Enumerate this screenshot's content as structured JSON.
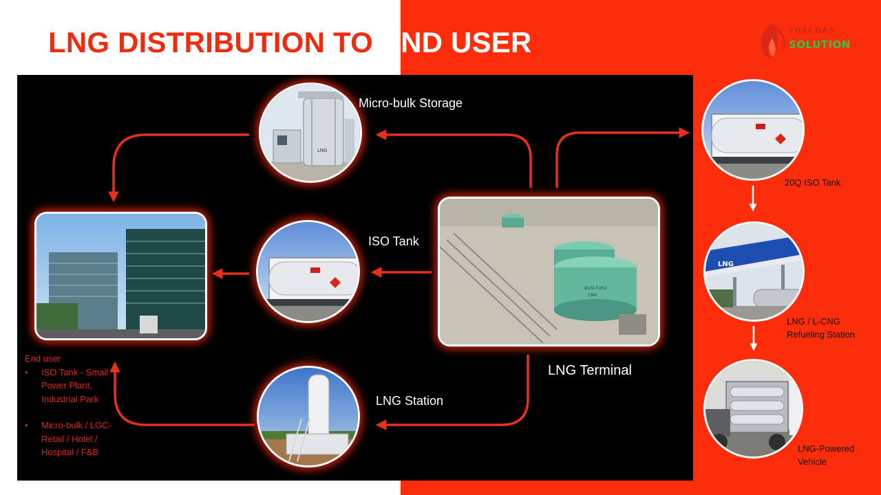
{
  "slide": {
    "title_part1": "LNG DISTRIBUTION TO ",
    "title_part2": "END USER",
    "logo": {
      "line1": "THAI GAS",
      "line2": "SOLUTION",
      "icon": "flame-logo-icon"
    },
    "colors": {
      "accent_red": "#fb2d0b",
      "title_red": "#f12b0e",
      "panel": "#000000",
      "end_user_text": "#e2231a"
    }
  },
  "nodes": {
    "micro_bulk": {
      "label": "Micro-bulk Storage",
      "icon": "microbulk-storage-photo"
    },
    "iso_tank": {
      "label": "ISO Tank",
      "icon": "iso-tank-photo"
    },
    "lng_station": {
      "label": "LNG Station",
      "icon": "lng-station-photo"
    },
    "lng_terminal": {
      "label": "LNG Terminal",
      "icon": "lng-terminal-photo"
    },
    "end_user_building": {
      "icon": "office-building-photo"
    }
  },
  "side_chain": {
    "iso_20q": {
      "label": "20Q ISO Tank"
    },
    "refueling": {
      "label": "LNG / L-CNG Refueling Station"
    },
    "vehicle": {
      "label": "LNG-Powered Vehicle"
    }
  },
  "end_user": {
    "heading": "End user",
    "items": [
      "ISO Tank - Small Power Plant, Industrial Park",
      "Micro-bulk / LGC- Retail / Hotel / Hospital / F&B"
    ]
  }
}
